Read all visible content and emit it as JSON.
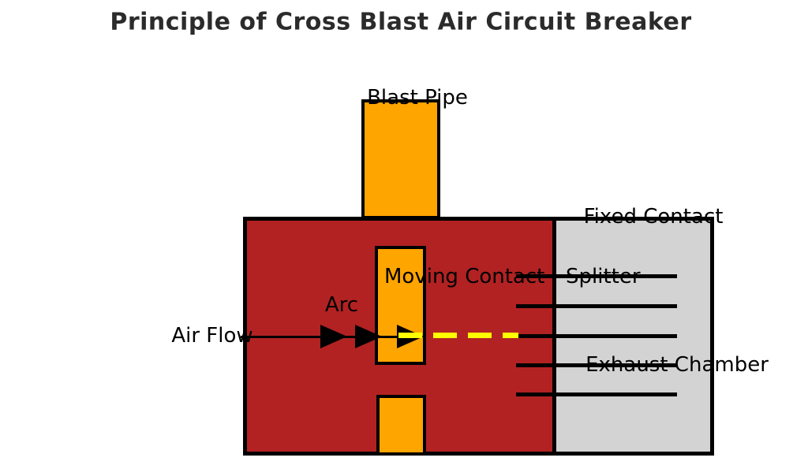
{
  "figure_title": "Principle of Cross Blast Air Circuit Breaker",
  "labels": {
    "blast_pipe": "Blast Pipe",
    "fixed_contact": "Fixed Contact",
    "moving_contact": "Moving Contact",
    "splitter": "Splitter",
    "arc": "Arc",
    "air_flow": "Air Flow",
    "exhaust_chamber": "Exhaust Chamber"
  },
  "colors": {
    "chamber_red": "#B22222",
    "contact_orange": "#FFA500",
    "exhaust_gray": "#D3D3D3",
    "arc_yellow": "#FFFF00",
    "outline": "#000000",
    "title_color": "#2B2B2B",
    "background": "#FFFFFF"
  },
  "diagram": {
    "splitter_plate_count": 5,
    "airflow_arrowhead_count": 3
  }
}
